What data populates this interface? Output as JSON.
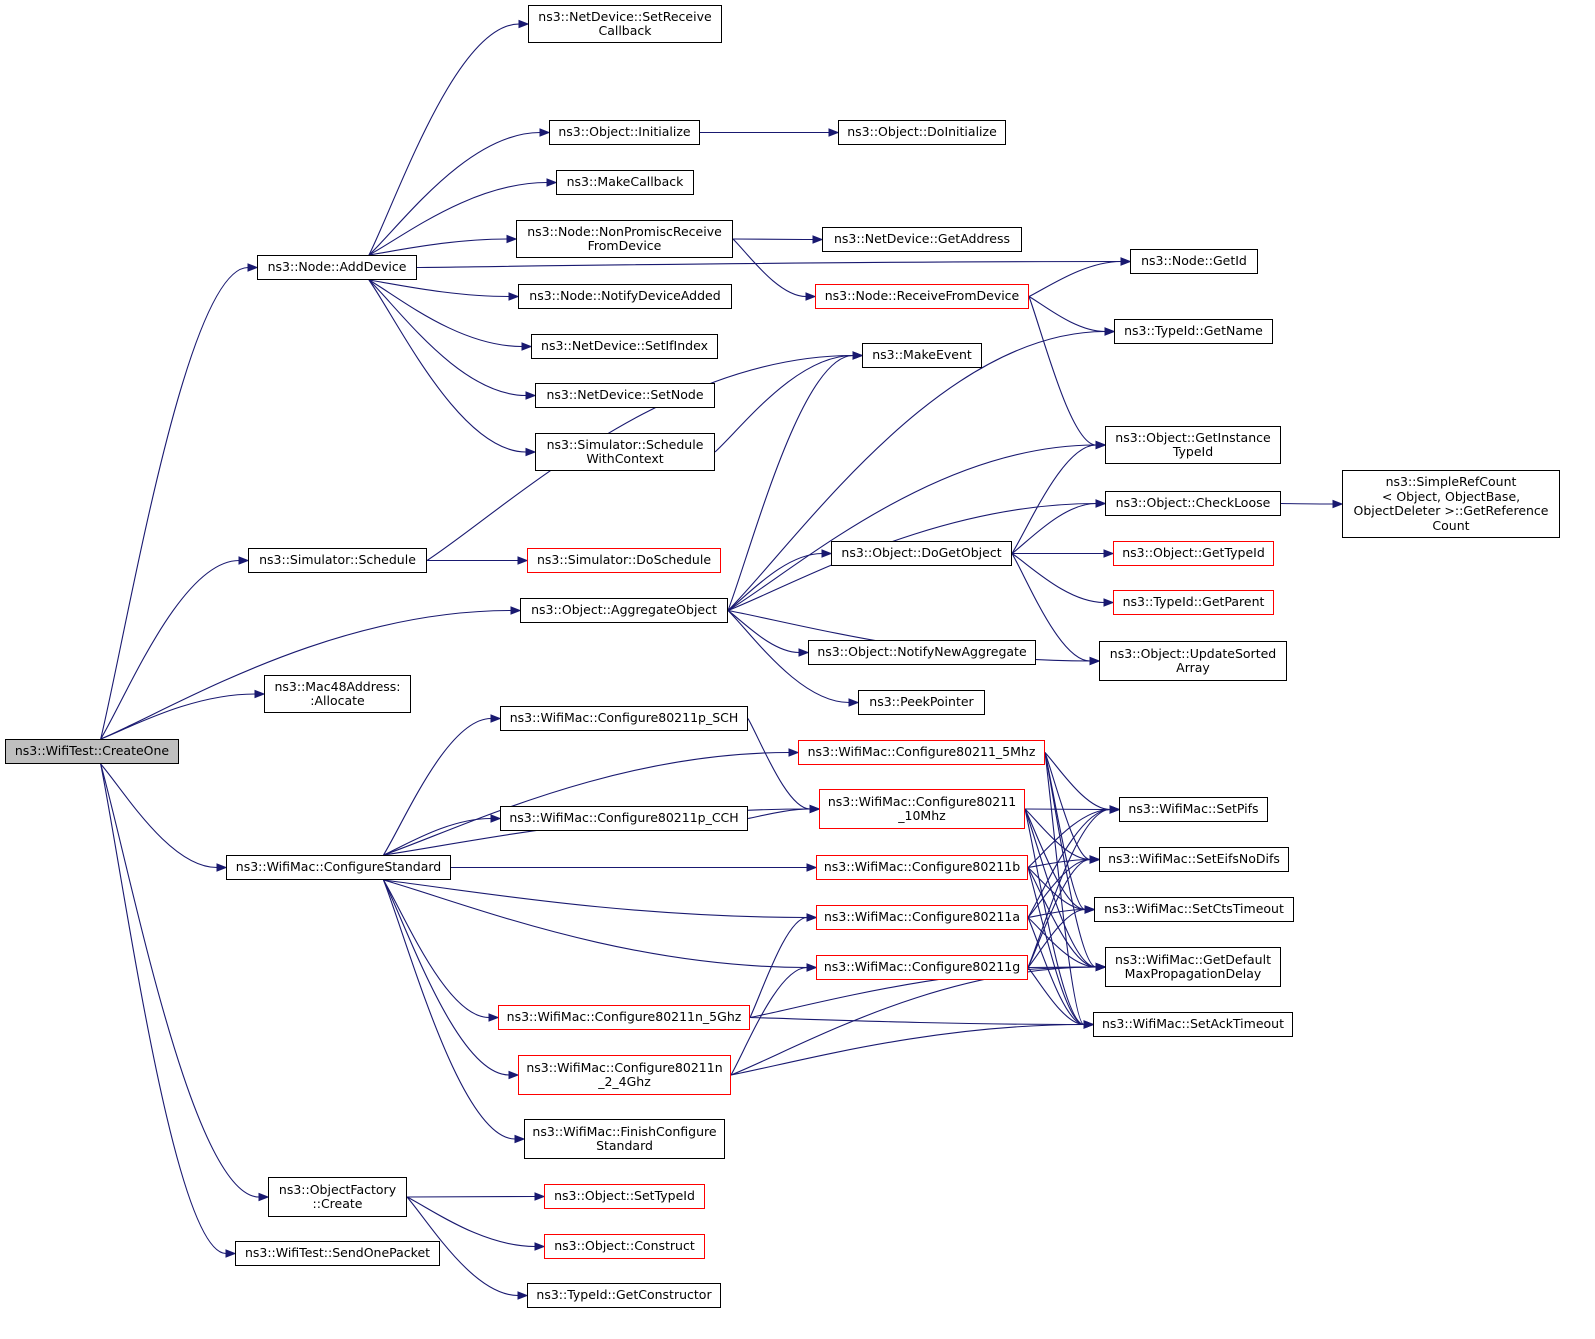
{
  "colors": {
    "edge": "#191970",
    "border": "#000000",
    "border_incomplete": "#ff0000",
    "root_fill": "#bfbfbf"
  },
  "nodes": [
    {
      "id": "root",
      "label": "ns3::WifiTest::CreateOne",
      "style": "root"
    },
    {
      "id": "adddev",
      "label": "ns3::Node::AddDevice",
      "style": "normal"
    },
    {
      "id": "setrecv",
      "label": "ns3::NetDevice::SetReceive\nCallback",
      "style": "normal"
    },
    {
      "id": "objinit",
      "label": "ns3::Object::Initialize",
      "style": "normal"
    },
    {
      "id": "objdoinit",
      "label": "ns3::Object::DoInitialize",
      "style": "normal"
    },
    {
      "id": "makecb",
      "label": "ns3::MakeCallback",
      "style": "normal"
    },
    {
      "id": "nonprom",
      "label": "ns3::Node::NonPromiscReceive\nFromDevice",
      "style": "normal"
    },
    {
      "id": "getaddr",
      "label": "ns3::NetDevice::GetAddress",
      "style": "normal"
    },
    {
      "id": "getid",
      "label": "ns3::Node::GetId",
      "style": "normal"
    },
    {
      "id": "recvfrom",
      "label": "ns3::Node::ReceiveFromDevice",
      "style": "incomplete"
    },
    {
      "id": "notifydev",
      "label": "ns3::Node::NotifyDeviceAdded",
      "style": "normal"
    },
    {
      "id": "getname",
      "label": "ns3::TypeId::GetName",
      "style": "normal"
    },
    {
      "id": "setif",
      "label": "ns3::NetDevice::SetIfIndex",
      "style": "normal"
    },
    {
      "id": "makeevent",
      "label": "ns3::MakeEvent",
      "style": "normal"
    },
    {
      "id": "setnode",
      "label": "ns3::NetDevice::SetNode",
      "style": "normal"
    },
    {
      "id": "schedctx",
      "label": "ns3::Simulator::Schedule\nWithContext",
      "style": "normal"
    },
    {
      "id": "getinst",
      "label": "ns3::Object::GetInstance\nTypeId",
      "style": "normal"
    },
    {
      "id": "checkloose",
      "label": "ns3::Object::CheckLoose",
      "style": "normal"
    },
    {
      "id": "simpleref",
      "label": "ns3::SimpleRefCount\n< Object, ObjectBase,\n ObjectDeleter >::GetReference\nCount",
      "style": "normal"
    },
    {
      "id": "sched",
      "label": "ns3::Simulator::Schedule",
      "style": "normal"
    },
    {
      "id": "dosched",
      "label": "ns3::Simulator::DoSchedule",
      "style": "incomplete"
    },
    {
      "id": "dogetobj",
      "label": "ns3::Object::DoGetObject",
      "style": "normal"
    },
    {
      "id": "gettypeid",
      "label": "ns3::Object::GetTypeId",
      "style": "incomplete"
    },
    {
      "id": "aggobj",
      "label": "ns3::Object::AggregateObject",
      "style": "normal"
    },
    {
      "id": "getparent",
      "label": "ns3::TypeId::GetParent",
      "style": "incomplete"
    },
    {
      "id": "notifynew",
      "label": "ns3::Object::NotifyNewAggregate",
      "style": "normal"
    },
    {
      "id": "updsorted",
      "label": "ns3::Object::UpdateSorted\nArray",
      "style": "normal"
    },
    {
      "id": "mac48",
      "label": "ns3::Mac48Address:\n:Allocate",
      "style": "normal"
    },
    {
      "id": "peekptr",
      "label": "ns3::PeekPointer",
      "style": "normal"
    },
    {
      "id": "cfgpsch",
      "label": "ns3::WifiMac::Configure80211p_SCH",
      "style": "normal"
    },
    {
      "id": "cfg5mhz",
      "label": "ns3::WifiMac::Configure80211_5Mhz",
      "style": "incomplete"
    },
    {
      "id": "cfg10mhz",
      "label": "ns3::WifiMac::Configure80211\n_10Mhz",
      "style": "incomplete"
    },
    {
      "id": "setpifs",
      "label": "ns3::WifiMac::SetPifs",
      "style": "normal"
    },
    {
      "id": "cfgpcch",
      "label": "ns3::WifiMac::Configure80211p_CCH",
      "style": "normal"
    },
    {
      "id": "seteifs",
      "label": "ns3::WifiMac::SetEifsNoDifs",
      "style": "normal"
    },
    {
      "id": "cfgstd",
      "label": "ns3::WifiMac::ConfigureStandard",
      "style": "normal"
    },
    {
      "id": "cfgb",
      "label": "ns3::WifiMac::Configure80211b",
      "style": "incomplete"
    },
    {
      "id": "cfga",
      "label": "ns3::WifiMac::Configure80211a",
      "style": "incomplete"
    },
    {
      "id": "setcts",
      "label": "ns3::WifiMac::SetCtsTimeout",
      "style": "normal"
    },
    {
      "id": "cfgg",
      "label": "ns3::WifiMac::Configure80211g",
      "style": "incomplete"
    },
    {
      "id": "getdefmax",
      "label": "ns3::WifiMac::GetDefault\nMaxPropagationDelay",
      "style": "normal"
    },
    {
      "id": "cfgn5",
      "label": "ns3::WifiMac::Configure80211n_5Ghz",
      "style": "incomplete"
    },
    {
      "id": "setack",
      "label": "ns3::WifiMac::SetAckTimeout",
      "style": "normal"
    },
    {
      "id": "cfgn24",
      "label": "ns3::WifiMac::Configure80211n\n_2_4Ghz",
      "style": "incomplete"
    },
    {
      "id": "finishcfg",
      "label": "ns3::WifiMac::FinishConfigure\nStandard",
      "style": "normal"
    },
    {
      "id": "objfact",
      "label": "ns3::ObjectFactory\n::Create",
      "style": "normal"
    },
    {
      "id": "settypeid",
      "label": "ns3::Object::SetTypeId",
      "style": "incomplete"
    },
    {
      "id": "construct",
      "label": "ns3::Object::Construct",
      "style": "incomplete"
    },
    {
      "id": "sendone",
      "label": "ns3::WifiTest::SendOnePacket",
      "style": "normal"
    },
    {
      "id": "getctor",
      "label": "ns3::TypeId::GetConstructor",
      "style": "normal"
    }
  ],
  "edges": [
    [
      "root",
      "adddev"
    ],
    [
      "root",
      "sched"
    ],
    [
      "root",
      "mac48"
    ],
    [
      "root",
      "aggobj"
    ],
    [
      "root",
      "cfgstd"
    ],
    [
      "root",
      "objfact"
    ],
    [
      "root",
      "sendone"
    ],
    [
      "adddev",
      "setrecv"
    ],
    [
      "adddev",
      "getid"
    ],
    [
      "adddev",
      "objinit"
    ],
    [
      "adddev",
      "makecb"
    ],
    [
      "adddev",
      "nonprom"
    ],
    [
      "adddev",
      "notifydev"
    ],
    [
      "adddev",
      "setif"
    ],
    [
      "adddev",
      "setnode"
    ],
    [
      "adddev",
      "schedctx"
    ],
    [
      "objinit",
      "objdoinit"
    ],
    [
      "nonprom",
      "getaddr"
    ],
    [
      "nonprom",
      "recvfrom"
    ],
    [
      "recvfrom",
      "getid"
    ],
    [
      "recvfrom",
      "getname"
    ],
    [
      "recvfrom",
      "getinst"
    ],
    [
      "schedctx",
      "makeevent"
    ],
    [
      "sched",
      "makeevent"
    ],
    [
      "sched",
      "dosched"
    ],
    [
      "aggobj",
      "makeevent"
    ],
    [
      "aggobj",
      "getname"
    ],
    [
      "aggobj",
      "getinst"
    ],
    [
      "aggobj",
      "checkloose"
    ],
    [
      "aggobj",
      "dogetobj"
    ],
    [
      "aggobj",
      "notifynew"
    ],
    [
      "aggobj",
      "updsorted"
    ],
    [
      "aggobj",
      "peekptr"
    ],
    [
      "dogetobj",
      "getinst"
    ],
    [
      "dogetobj",
      "checkloose"
    ],
    [
      "dogetobj",
      "gettypeid"
    ],
    [
      "dogetobj",
      "getparent"
    ],
    [
      "dogetobj",
      "updsorted"
    ],
    [
      "checkloose",
      "simpleref"
    ],
    [
      "cfgstd",
      "cfgpsch"
    ],
    [
      "cfgstd",
      "cfg5mhz"
    ],
    [
      "cfgstd",
      "cfg10mhz"
    ],
    [
      "cfgstd",
      "cfgpcch"
    ],
    [
      "cfgstd",
      "cfgb"
    ],
    [
      "cfgstd",
      "cfga"
    ],
    [
      "cfgstd",
      "cfgg"
    ],
    [
      "cfgstd",
      "cfgn5"
    ],
    [
      "cfgstd",
      "cfgn24"
    ],
    [
      "cfgstd",
      "finishcfg"
    ],
    [
      "cfgpsch",
      "cfg10mhz"
    ],
    [
      "cfgpcch",
      "cfg10mhz"
    ],
    [
      "cfg5mhz",
      "setpifs"
    ],
    [
      "cfg5mhz",
      "seteifs"
    ],
    [
      "cfg5mhz",
      "setcts"
    ],
    [
      "cfg5mhz",
      "getdefmax"
    ],
    [
      "cfg5mhz",
      "setack"
    ],
    [
      "cfg10mhz",
      "setpifs"
    ],
    [
      "cfg10mhz",
      "seteifs"
    ],
    [
      "cfg10mhz",
      "setcts"
    ],
    [
      "cfg10mhz",
      "getdefmax"
    ],
    [
      "cfg10mhz",
      "setack"
    ],
    [
      "cfgb",
      "setpifs"
    ],
    [
      "cfgb",
      "seteifs"
    ],
    [
      "cfgb",
      "setcts"
    ],
    [
      "cfgb",
      "getdefmax"
    ],
    [
      "cfgb",
      "setack"
    ],
    [
      "cfga",
      "setpifs"
    ],
    [
      "cfga",
      "seteifs"
    ],
    [
      "cfga",
      "setcts"
    ],
    [
      "cfga",
      "getdefmax"
    ],
    [
      "cfga",
      "setack"
    ],
    [
      "cfgg",
      "setpifs"
    ],
    [
      "cfgg",
      "seteifs"
    ],
    [
      "cfgg",
      "setcts"
    ],
    [
      "cfgg",
      "getdefmax"
    ],
    [
      "cfgg",
      "setack"
    ],
    [
      "cfgn5",
      "cfga"
    ],
    [
      "cfgn5",
      "getdefmax"
    ],
    [
      "cfgn5",
      "setack"
    ],
    [
      "cfgn24",
      "cfgg"
    ],
    [
      "cfgn24",
      "getdefmax"
    ],
    [
      "cfgn24",
      "setack"
    ],
    [
      "objfact",
      "settypeid"
    ],
    [
      "objfact",
      "construct"
    ],
    [
      "objfact",
      "getctor"
    ]
  ]
}
